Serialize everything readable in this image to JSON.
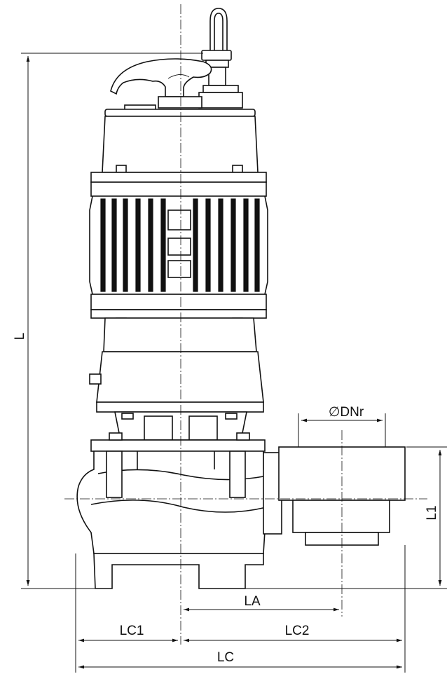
{
  "dimensions": {
    "L": "L",
    "L1": "L1",
    "LA": "LA",
    "LC": "LC",
    "LC1": "LC1",
    "LC2": "LC2",
    "DNr": "∅DNr"
  }
}
